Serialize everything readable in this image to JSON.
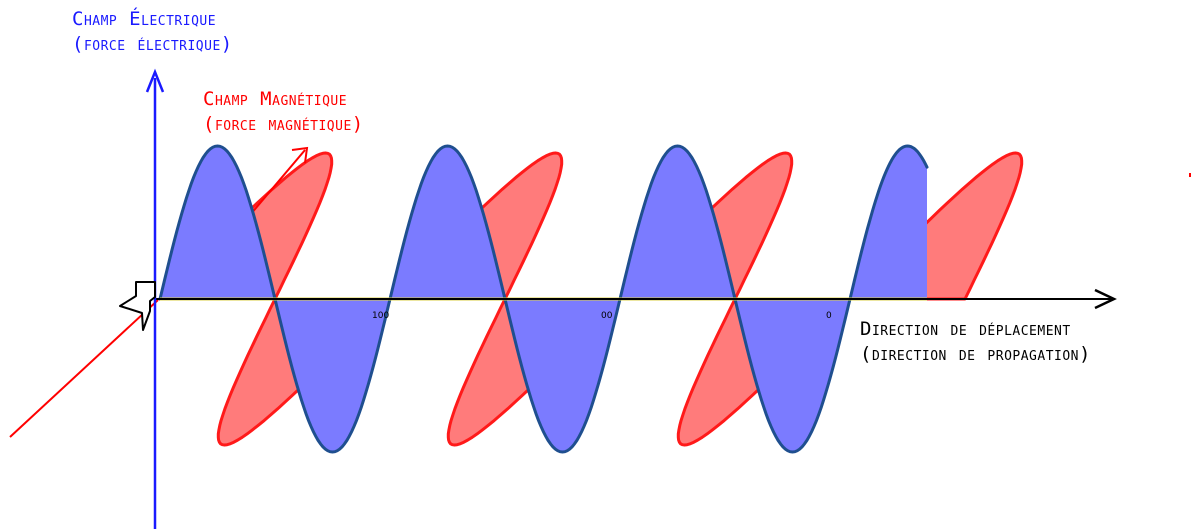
{
  "colors": {
    "electric_axis": "#1a1aff",
    "electric_fill": "#7b7bff",
    "electric_outline": "#1f4f8f",
    "magnetic_axis": "#ff0000",
    "magnetic_fill": "#ff7b7b",
    "magnetic_outline": "#ff1a1a",
    "propagation_axis": "#000000",
    "baseline": "#d8cc40"
  },
  "labels": {
    "electric_field": "Champ Électrique",
    "electric_force": "(force électrique)",
    "magnetic_field": "Champ Magnétique",
    "magnetic_force": "(force magnétique)",
    "propagation_direction": "Direction de déplacement",
    "propagation_detail": "(direction de propagation)"
  },
  "axis_ticks": [
    "100",
    "00",
    "0"
  ],
  "icons": [
    "pointer-icon"
  ]
}
